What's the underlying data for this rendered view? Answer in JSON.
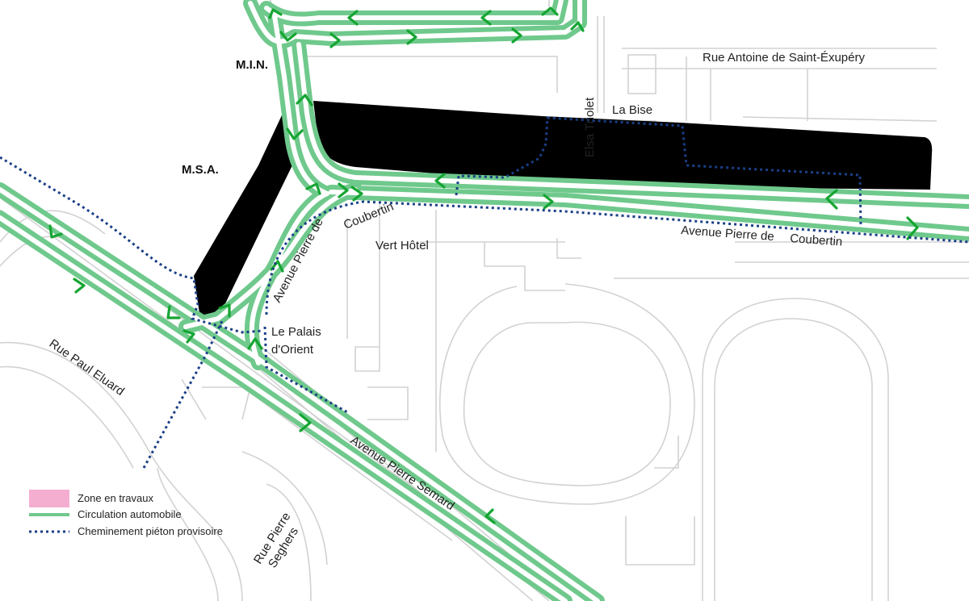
{
  "colors": {
    "works_zone": "#f4aed0",
    "car_traffic_outer": "#6fc98c",
    "car_traffic_inner": "#ffffff",
    "arrow": "#15a532",
    "pedestrian_path": "#1b3f86",
    "background_lines": "#d2d2d2"
  },
  "places": {
    "min": "M.I.N.",
    "msa": "M.S.A.",
    "la_bise": "La Bise",
    "vert_hotel": "Vert Hôtel",
    "palais_line1": "Le Palais",
    "palais_line2": "d'Orient"
  },
  "streets": {
    "saint_exupery": "Rue Antoine de Saint-Éxupéry",
    "elsa_triolet": "Elsa Triolet",
    "coubertin_diag": "Avenue Pierre de",
    "coubertin_curve": "Coubertin",
    "coubertin_east_1": "Avenue Pierre de",
    "coubertin_east_2": "Coubertin",
    "paul_eluard": "Rue Paul Eluard",
    "semard": "Avenue Pierre Semard",
    "seghers_1": "Rue Pierre",
    "seghers_2": "Seghers"
  },
  "legend": {
    "works_zone": "Zone en travaux",
    "car_traffic": "Circulation automobile",
    "pedestrian": "Cheminement piéton provisoire"
  }
}
